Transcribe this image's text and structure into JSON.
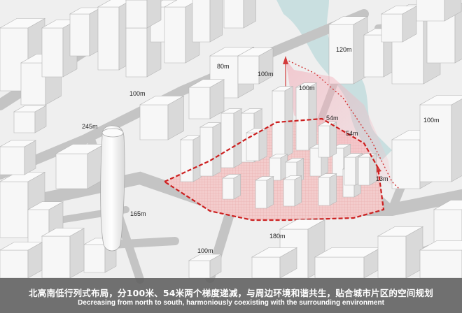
{
  "diagram": {
    "colors": {
      "background": "#f2f2f2",
      "road": "#c4c4c4",
      "water": "#c9dfe0",
      "building_top": "#f7f7f7",
      "building_side": "#d9d9d9",
      "site_fill": "#f1c7c7",
      "boundary": "#cc1f1f",
      "sightline": "#d23a3a",
      "caption_bg": "#5f5f5f"
    },
    "height_labels": [
      {
        "id": "h120",
        "text": "120m"
      },
      {
        "id": "h80",
        "text": "80m"
      },
      {
        "id": "h100-top",
        "text": "100m"
      },
      {
        "id": "h100-right",
        "text": "100m"
      },
      {
        "id": "h100-left",
        "text": "100m"
      },
      {
        "id": "h245",
        "text": "245m"
      },
      {
        "id": "h54-a",
        "text": "54m"
      },
      {
        "id": "h54-b",
        "text": "54m"
      },
      {
        "id": "h100-east",
        "text": "100m"
      },
      {
        "id": "h13",
        "text": "13m"
      },
      {
        "id": "h165",
        "text": "165m"
      },
      {
        "id": "h180",
        "text": "180m"
      },
      {
        "id": "h100-bottom",
        "text": "100m"
      }
    ],
    "caption": {
      "cn": "北高南低行列式布局，分100米、54米两个梯度递减，与周边环境和谐共生，贴合城市片区的空间规划",
      "en": "Decreasing from north to south, harmoniously coexisting with the surrounding environment"
    }
  }
}
